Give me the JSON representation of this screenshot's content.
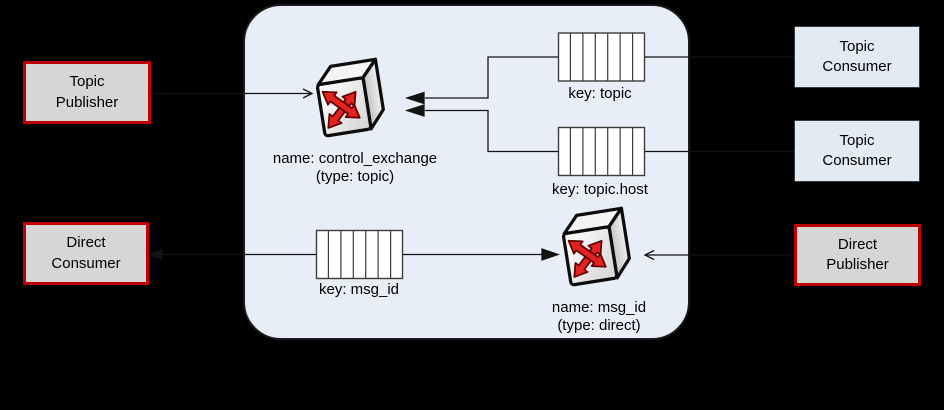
{
  "diagram": {
    "kind": "message-broker-topology",
    "broker_container": "RabbitMQ broker node (rounded panel)"
  },
  "nodes": {
    "topic_publisher": {
      "label": "Topic Publisher",
      "style": "red-bordered-gray"
    },
    "direct_consumer": {
      "label": "Direct Consumer",
      "style": "red-bordered-gray"
    },
    "topic_consumer_1": {
      "label": "Topic Consumer",
      "style": "blue"
    },
    "topic_consumer_2": {
      "label": "Topic Consumer",
      "style": "blue"
    },
    "direct_publisher": {
      "label": "Direct Publisher",
      "style": "red-bordered-gray"
    }
  },
  "exchanges": {
    "control": {
      "name": "name: control_exchange",
      "type": "(type: topic)"
    },
    "direct": {
      "name": "name: msg_id",
      "type": "(type: direct)"
    }
  },
  "queues": {
    "topic": {
      "label": "key: topic"
    },
    "topic_host": {
      "label": "key: topic.host"
    },
    "msg_id": {
      "label": "key: msg_id"
    }
  },
  "edges": [
    {
      "from": "topic_publisher",
      "to": "control_exchange",
      "head": "open-right"
    },
    {
      "from": "queue_topic",
      "to": "control_exchange",
      "head": "solid-left"
    },
    {
      "from": "queue_topic_host",
      "to": "control_exchange",
      "head": "solid-left"
    },
    {
      "from": "queue_topic",
      "to": "topic_consumer_1",
      "head": "none"
    },
    {
      "from": "queue_topic_host",
      "to": "topic_consumer_2",
      "head": "none"
    },
    {
      "from": "queue_msg_id",
      "to": "direct_consumer",
      "head": "solid-left"
    },
    {
      "from": "queue_msg_id",
      "to": "direct_exchange",
      "head": "solid-right"
    },
    {
      "from": "direct_publisher",
      "to": "direct_exchange",
      "head": "open-left"
    }
  ],
  "icons": {
    "exchange": "exchange-switch-icon",
    "queue": "queue-cells-icon"
  },
  "colors": {
    "background": "#000000",
    "broker_fill": "#e8eef7",
    "broker_border": "#1b1b1b",
    "red_node_border": "#c00000",
    "red_node_fill": "#d6d6d6",
    "blue_node_fill": "#e2eaf4",
    "queue_fill": "#ffffff",
    "connector": "#131313",
    "exchange_arrow_red": "#e32222"
  }
}
